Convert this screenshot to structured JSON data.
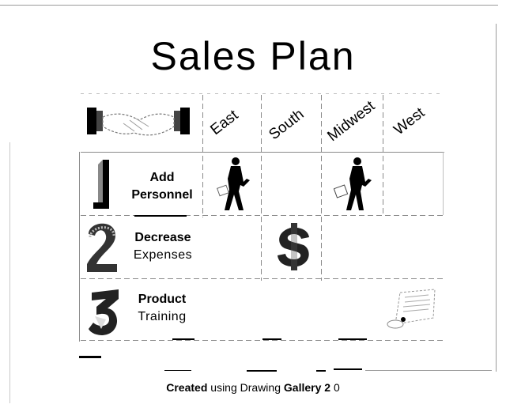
{
  "title": "Sales Plan",
  "columns": [
    "East",
    "South",
    "Midwest",
    "West"
  ],
  "rows": [
    {
      "number": "1",
      "label_bold": "Add",
      "label_second": "Personnel",
      "second_bold": true
    },
    {
      "number": "2",
      "label_bold": "Decrease",
      "label_second": "Expenses",
      "second_bold": false
    },
    {
      "number": "3",
      "label_bold": "Product",
      "label_second": "Training",
      "second_bold": false
    }
  ],
  "cells": [
    {
      "row": 1,
      "column": "East",
      "icon": "businessman-icon"
    },
    {
      "row": 1,
      "column": "Midwest",
      "icon": "businessman-icon"
    },
    {
      "row": 2,
      "column": "South",
      "icon": "dollar-sign-icon"
    },
    {
      "row": 3,
      "column": "West",
      "icon": "diploma-scroll-icon"
    }
  ],
  "header_icon": "handshake-icon",
  "footer": {
    "bold_1": "Created",
    "normal": "using Drawing",
    "bold_2": "Gallery 2",
    "version": "0"
  }
}
